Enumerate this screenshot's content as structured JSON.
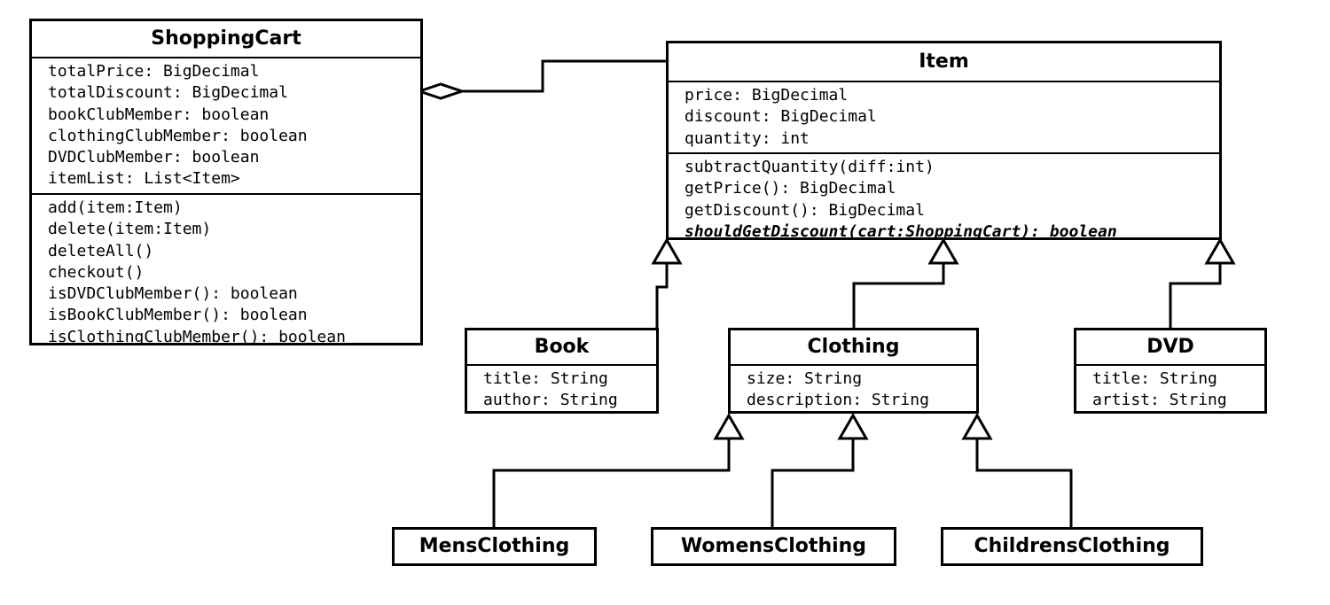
{
  "colors": {
    "line": "#000000",
    "background": "#ffffff",
    "box_fill": "#ffffff"
  },
  "classes": {
    "shoppingcart": {
      "name": "ShoppingCart",
      "attributes": [
        "totalPrice: BigDecimal",
        "totalDiscount: BigDecimal",
        "bookClubMember: boolean",
        "clothingClubMember: boolean",
        "DVDClubMember: boolean",
        "itemList: List<Item>"
      ],
      "operations": [
        "add(item:Item)",
        "delete(item:Item)",
        "deleteAll()",
        "checkout()",
        "isDVDClubMember(): boolean",
        "isBookClubMember(): boolean",
        "isClothingClubMember(): boolean"
      ]
    },
    "item": {
      "name": "Item",
      "attributes": [
        "price: BigDecimal",
        "discount: BigDecimal",
        "quantity: int"
      ],
      "operations": [
        "subtractQuantity(diff:int)",
        "getPrice(): BigDecimal",
        "getDiscount(): BigDecimal"
      ],
      "abstract_operation": "shouldGetDiscount(cart:ShoppingCart): boolean"
    },
    "book": {
      "name": "Book",
      "attributes": [
        "title: String",
        "author: String"
      ]
    },
    "clothing": {
      "name": "Clothing",
      "attributes": [
        "size: String",
        "description: String"
      ]
    },
    "dvd": {
      "name": "DVD",
      "attributes": [
        "title: String",
        "artist: String"
      ]
    },
    "mensclothing": {
      "name": "MensClothing"
    },
    "womensclothing": {
      "name": "WomensClothing"
    },
    "childrensclothing": {
      "name": "ChildrensClothing"
    }
  },
  "relationships": [
    {
      "type": "aggregation",
      "whole": "ShoppingCart",
      "part": "Item"
    },
    {
      "type": "generalization",
      "child": "Book",
      "parent": "Item"
    },
    {
      "type": "generalization",
      "child": "Clothing",
      "parent": "Item"
    },
    {
      "type": "generalization",
      "child": "DVD",
      "parent": "Item"
    },
    {
      "type": "generalization",
      "child": "MensClothing",
      "parent": "Clothing"
    },
    {
      "type": "generalization",
      "child": "WomensClothing",
      "parent": "Clothing"
    },
    {
      "type": "generalization",
      "child": "ChildrensClothing",
      "parent": "Clothing"
    }
  ]
}
